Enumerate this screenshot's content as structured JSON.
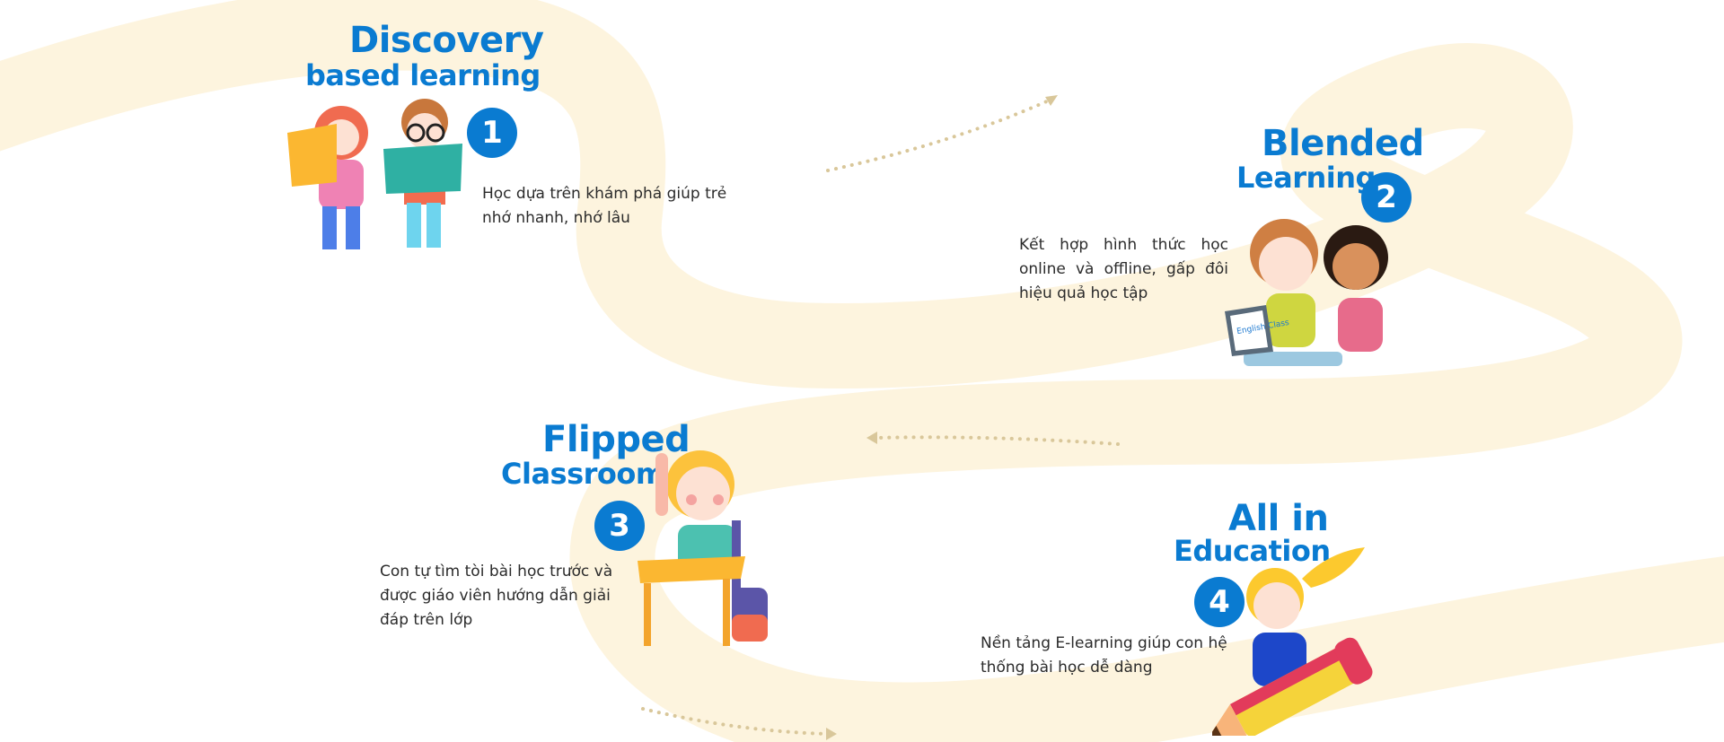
{
  "colors": {
    "accent": "#0a7bd1",
    "band": "#fdf4de",
    "dots": "#d9c79a",
    "text": "#2b2b2b"
  },
  "steps": [
    {
      "number": "1",
      "title_line1": "Discovery",
      "title_line2": "based learning",
      "description": "Học dựa trên khám phá giúp trẻ nhớ nhanh, nhớ lâu",
      "illustration": "kids-reading-books"
    },
    {
      "number": "2",
      "title_line1": "Blended",
      "title_line2": "Learning",
      "description": "Kết hợp hình thức học online và offline, gấp đôi hiệu quả học tập",
      "illustration": "kids-with-laptop-and-phone",
      "laptop_text": "English Class"
    },
    {
      "number": "3",
      "title_line1": "Flipped",
      "title_line2": "Classroom",
      "description": "Con tự tìm tòi bài học trước và được giáo viên hướng dẫn giải đáp trên lớp",
      "illustration": "kid-raising-hand-at-desk"
    },
    {
      "number": "4",
      "title_line1": "All in",
      "title_line2": "Education",
      "description": "Nền tảng E-learning giúp con hệ thống bài học dễ dàng",
      "illustration": "girl-riding-pencil"
    }
  ]
}
